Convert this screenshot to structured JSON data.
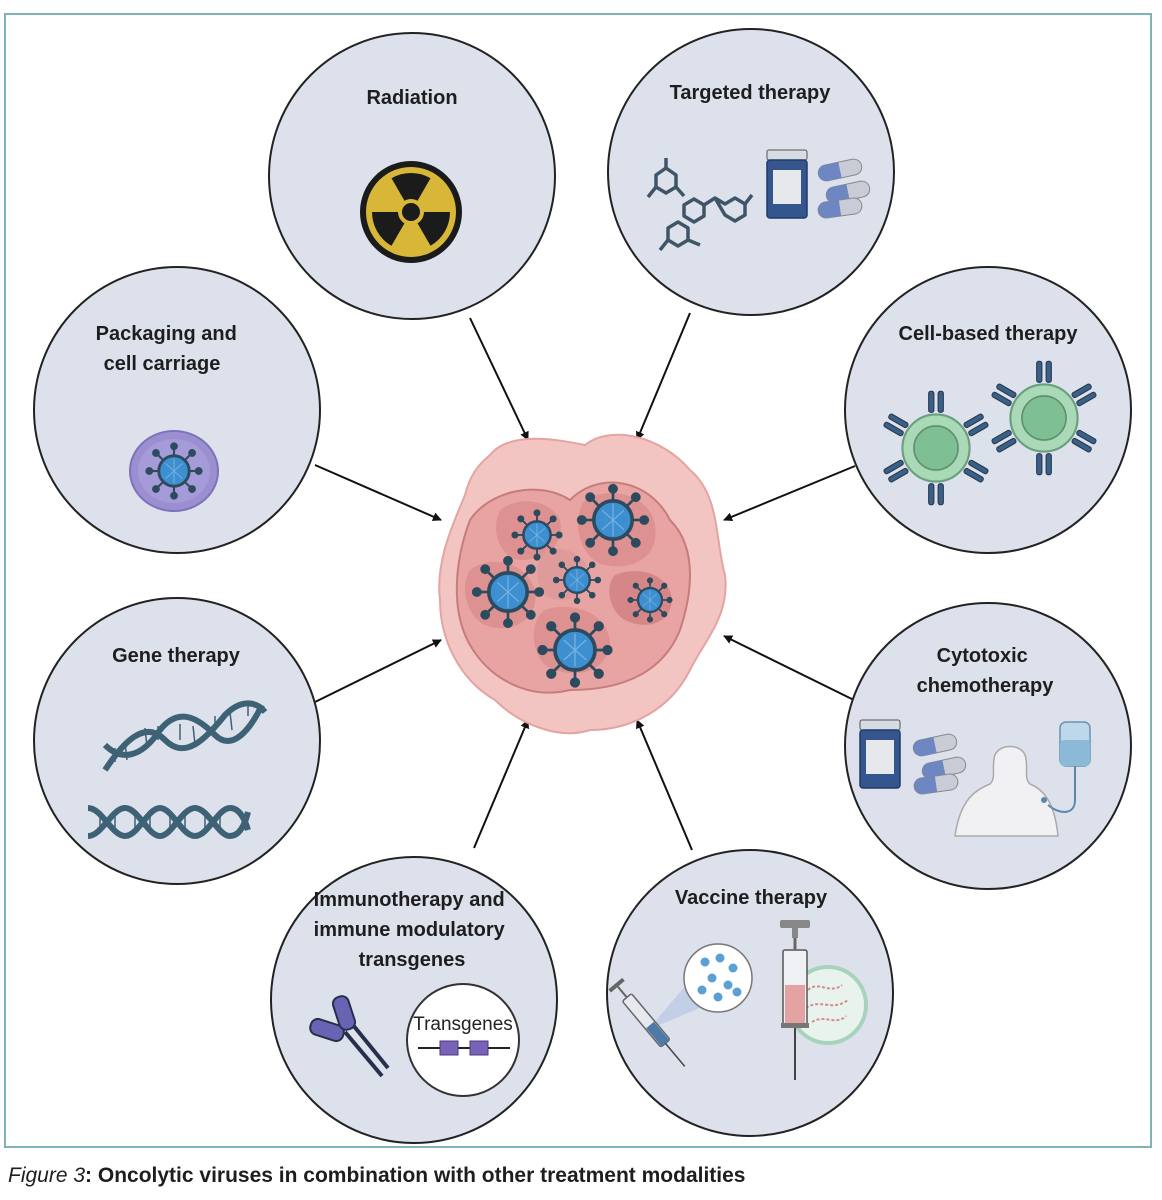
{
  "colors": {
    "frame_border": "#7fb3b5",
    "circle_fill": "#dde1ec",
    "circle_stroke": "#222222",
    "tumor_pink": "#e8a3a3",
    "tumor_dark": "#d77d7d",
    "virus_core": "#3d8fd0",
    "virus_spikes": "#2d4a5e",
    "immune_cell": "#8cc9a0",
    "antibody": "#3c5f86",
    "capsule_blue": "#6e86c2",
    "radiation_yellow": "#d7b638",
    "dna": "#3e6275",
    "carrier_cell": "#9b8fd1",
    "transgene_purple": "#7a62b8"
  },
  "center": {
    "icon": "oncolytic-virus-tumor-icon"
  },
  "nodes": [
    {
      "id": "radiation",
      "title_lines": [
        "Radiation"
      ],
      "icon": "radiation-icon"
    },
    {
      "id": "targeted",
      "title_lines": [
        "Targeted therapy"
      ],
      "icon": "molecule-pill-bottle-icon"
    },
    {
      "id": "cell-based",
      "title_lines": [
        "Cell-based therapy"
      ],
      "icon": "immune-cell-icon"
    },
    {
      "id": "cytotoxic",
      "title_lines": [
        "Cytotoxic",
        "chemotherapy"
      ],
      "icon": "chemotherapy-iv-icon"
    },
    {
      "id": "vaccine",
      "title_lines": [
        "Vaccine therapy"
      ],
      "icon": "syringe-vaccine-icon"
    },
    {
      "id": "immunotherapy",
      "title_lines": [
        "Immunotherapy and",
        "immune modulatory",
        "transgenes"
      ],
      "icon": "antibody-transgene-icon",
      "inner_label": "Transgenes"
    },
    {
      "id": "gene",
      "title_lines": [
        "Gene therapy"
      ],
      "icon": "dna-icon"
    },
    {
      "id": "packaging",
      "title_lines": [
        "Packaging and",
        "cell carriage"
      ],
      "icon": "carrier-cell-icon"
    }
  ],
  "caption": {
    "figure_label": "Figure 3",
    "text": ": Oncolytic viruses in combination with other treatment modalities"
  }
}
